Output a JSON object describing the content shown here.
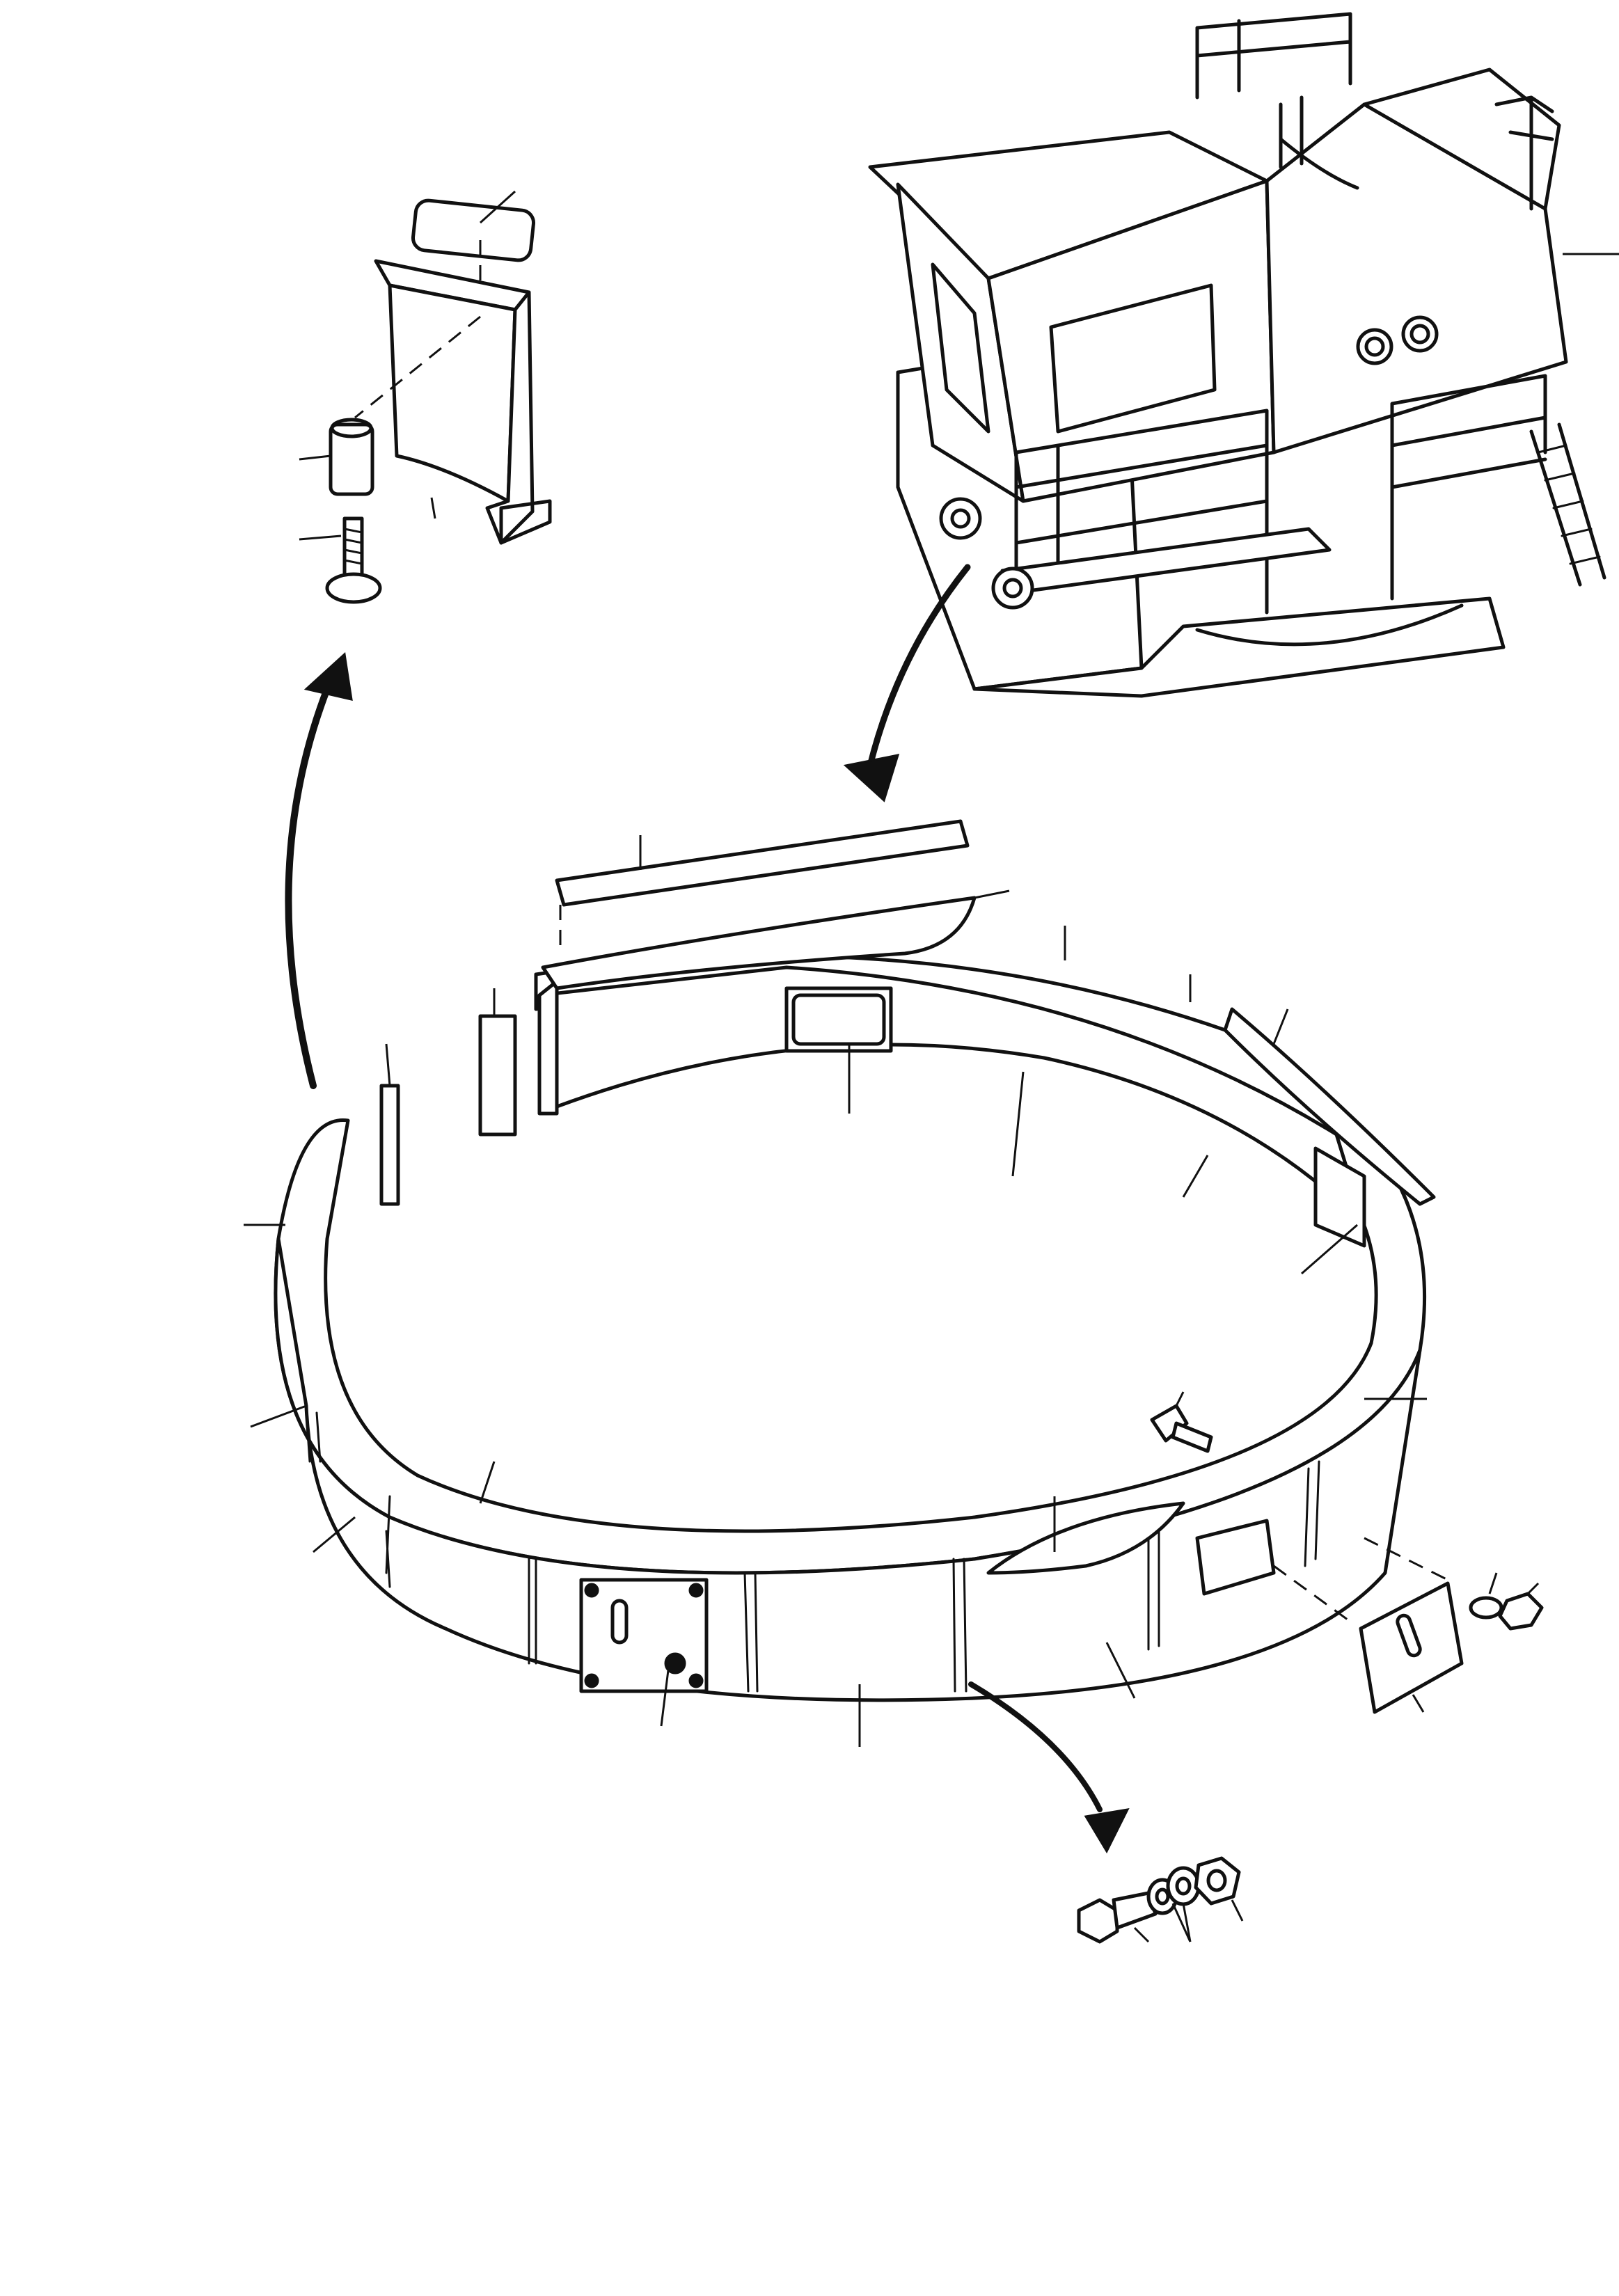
{
  "figure": {
    "description_free": true,
    "colors": {
      "ink": "#111111",
      "paper": "#ffffff"
    },
    "parts": [
      {
        "id": "machine-upper-structure",
        "icon": "excavator-superstructure-icon"
      },
      {
        "id": "ring-guard-assembly",
        "icon": "ring-guard-icon"
      },
      {
        "id": "guard-bracket-detail",
        "icon": "bracket-icon"
      },
      {
        "id": "bolt-washer-nut-set",
        "icon": "bolt-icon"
      },
      {
        "id": "cover-plate-detail",
        "icon": "plate-icon"
      }
    ]
  }
}
